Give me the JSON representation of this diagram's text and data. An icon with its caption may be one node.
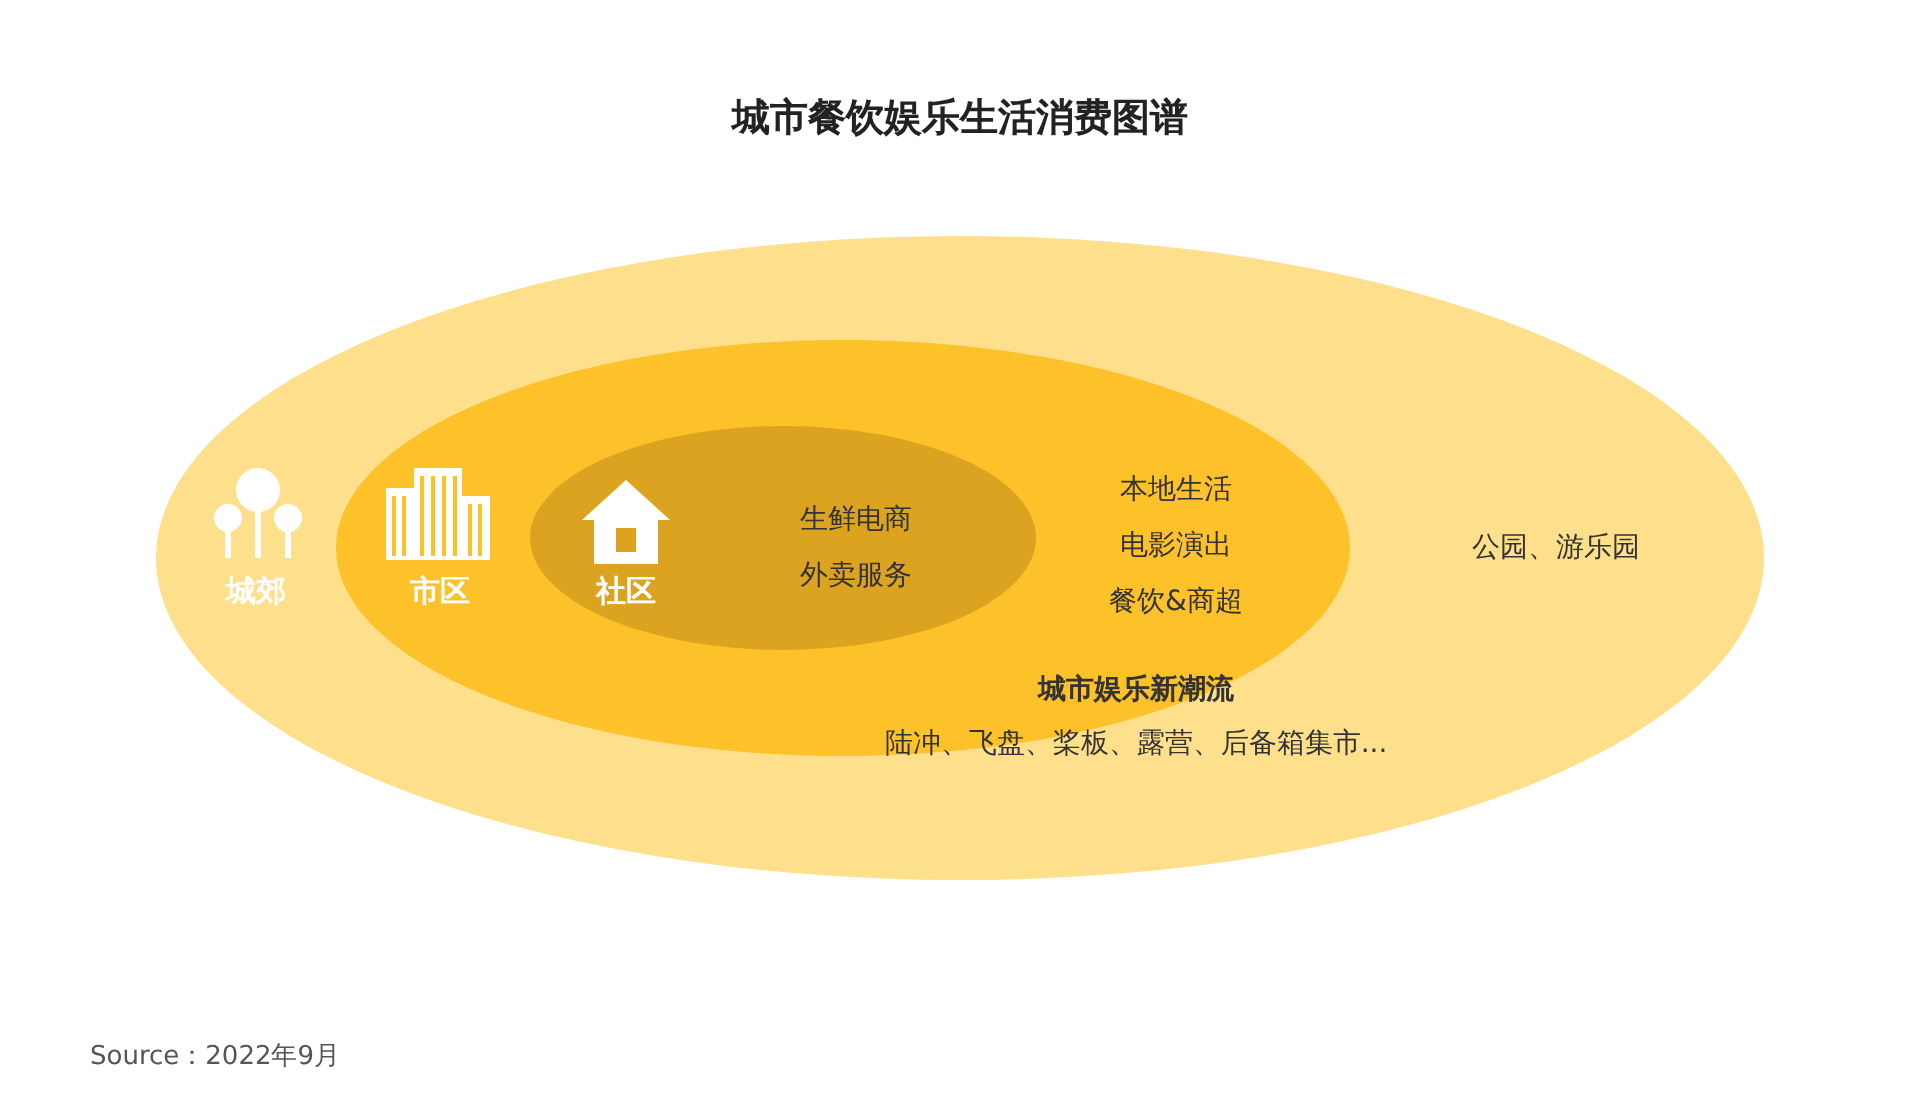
{
  "diagram": {
    "title": "城市餐饮娱乐生活消费图谱",
    "nodes": [
      {
        "text": [
          "城郊",
          "公园、游乐园",
          "陆冲、飞盘、桨板、露营、后备箱集市..."
        ]
      },
      {
        "text": [
          "市区",
          "本地生活",
          "电影演出",
          "餐饮&商超",
          "城市娱乐新潮流"
        ],
        "in": 0
      },
      {
        "text": [
          "社区",
          "生鲜电商",
          "外卖服务"
        ],
        "in": 1
      }
    ],
    "labels": [
      "Source：2022年9月"
    ]
  }
}
